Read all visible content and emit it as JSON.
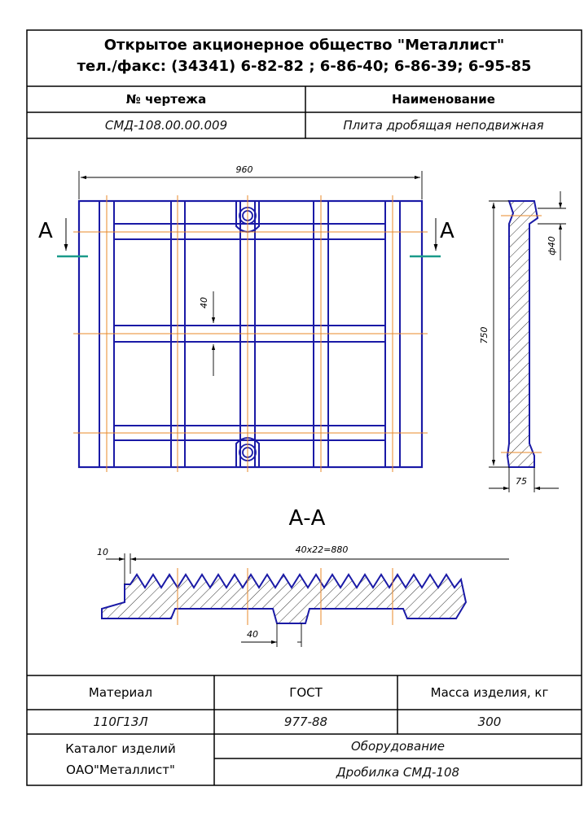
{
  "header": {
    "company": "Открытое акционерное общество \"Металлист\"",
    "phones": "тел./факс: (34341) 6-82-82 ; 6-86-40; 6-86-39; 6-95-85"
  },
  "title_block": {
    "drawing_no_label": "№ чертежа",
    "name_label": "Наименование",
    "drawing_no": "СМД-108.00.00.009",
    "name": "Плита дробящая неподвижная"
  },
  "drawing": {
    "dim_width": "960",
    "dim_rib": "40",
    "dim_height": "750",
    "dim_hole": "ф40",
    "dim_depth": "75",
    "section_mark_left": "А",
    "section_mark_right": "А",
    "section_title": "А-А",
    "dim_step": "10",
    "dim_teeth": "40х22=880",
    "dim_groove": "40"
  },
  "bottom_block": {
    "material_label": "Материал",
    "gost_label": "ГОСТ",
    "mass_label": "Масса изделия, кг",
    "material": "110Г13Л",
    "gost": "977-88",
    "mass": "300",
    "catalog_line1": "Каталог изделий",
    "catalog_line2": "ОАО\"Металлист\"",
    "category": "Оборудование",
    "product": "Дробилка СМД-108"
  },
  "colors": {
    "outline": "#1a1aa6",
    "axis": "#e8892a",
    "section_line": "#1a9a8a",
    "frame": "#000000"
  }
}
